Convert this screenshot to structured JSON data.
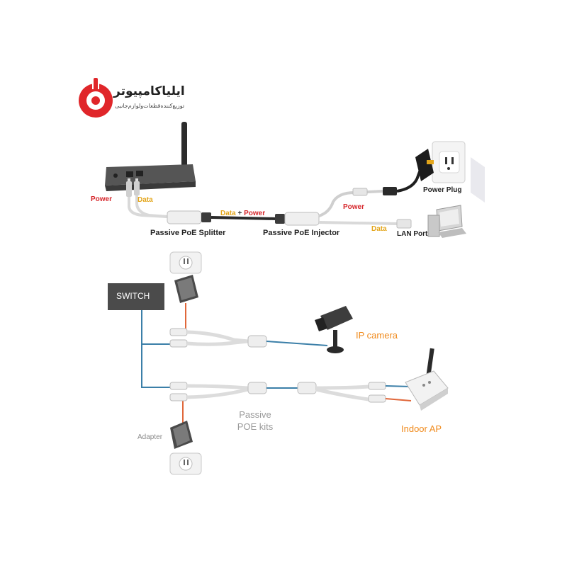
{
  "brand": {
    "name": "ایلیاکامپیوتر",
    "tagline": "توزیع‌کننده‌قطعات‌ولوازم‌جانبی",
    "color": "#e0262a"
  },
  "top_diagram": {
    "power_left": "Power",
    "data_left": "Data",
    "data_plus_power_data": "Data",
    "data_plus_power_plus": "+",
    "data_plus_power_power": "Power",
    "splitter": "Passive PoE Splitter",
    "injector": "Passive PoE Injector",
    "power_right": "Power",
    "data_right": "Data",
    "power_plug": "Power Plug",
    "lan_port": "LAN Port"
  },
  "bottom_diagram": {
    "switch": "SWITCH",
    "ip_camera": "IP camera",
    "poe_kits_line1": "Passive",
    "poe_kits_line2": "POE kits",
    "indoor_ap": "Indoor AP",
    "adapter": "Adapter"
  },
  "colors": {
    "power_red": "#d6262b",
    "data_yellow": "#e3a51a",
    "data_blue": "#3b7fa8",
    "power_orange": "#e0673a",
    "orange_label": "#f08a1c"
  }
}
